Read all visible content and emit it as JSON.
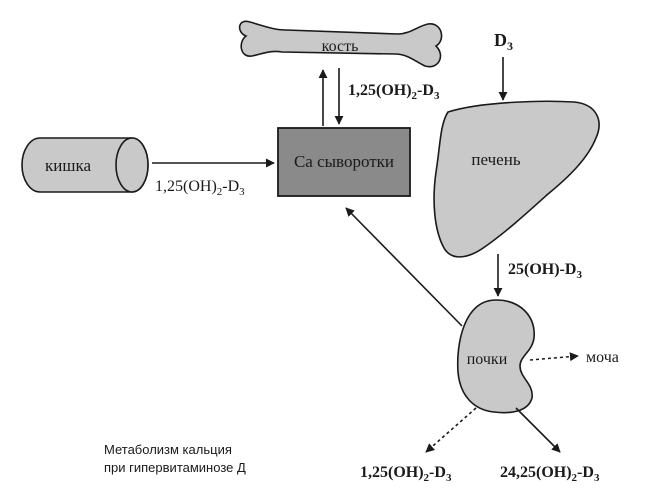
{
  "nodes": {
    "bone": "кость",
    "intestine": "кишка",
    "serum": "Са сыворотки",
    "liver": "печень",
    "kidney": "почки",
    "urine": "моча",
    "d3_input": {
      "base": "D",
      "sub": "3"
    }
  },
  "flows": {
    "bone_serum": {
      "pre": "1,25(OH)",
      "sub1": "2",
      "mid": "-D",
      "sub2": "3"
    },
    "intestine_serum": {
      "pre": "1,25(OH)",
      "sub1": "2",
      "mid": "-D",
      "sub2": "3"
    },
    "liver_kidney": {
      "pre": "25(OH)-D",
      "sub1": "3"
    },
    "product_125": {
      "pre": "1,25(OH)",
      "sub1": "2",
      "mid": "-D",
      "sub2": "3"
    },
    "product_2425": {
      "pre": "24,25(OH)",
      "sub1": "2",
      "mid": "-D",
      "sub2": "3"
    }
  },
  "caption": {
    "line1": "Метаболизм кальция",
    "line2": "при гипервитаминозе Д"
  }
}
